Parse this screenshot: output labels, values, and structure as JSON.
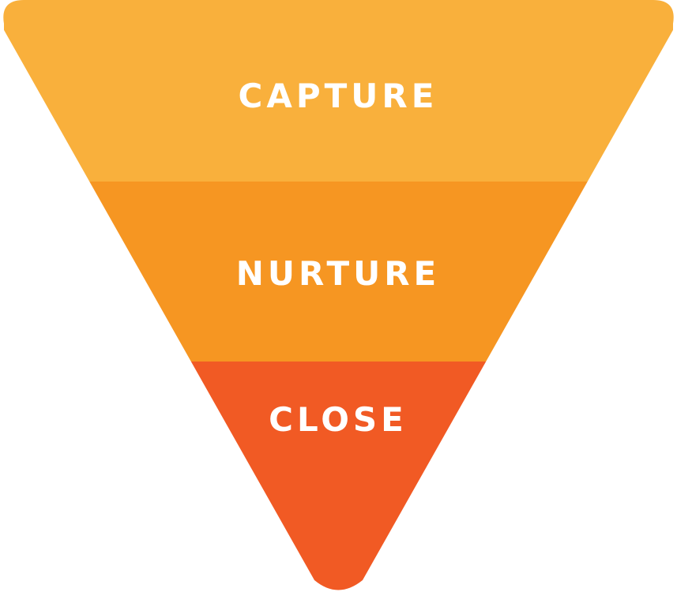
{
  "funnel": {
    "stages": [
      {
        "label": "CAPTURE",
        "color": "#F9B03C"
      },
      {
        "label": "NURTURE",
        "color": "#F69622"
      },
      {
        "label": "CLOSE",
        "color": "#F15A24"
      }
    ],
    "label_color": "#FFFFFF"
  }
}
